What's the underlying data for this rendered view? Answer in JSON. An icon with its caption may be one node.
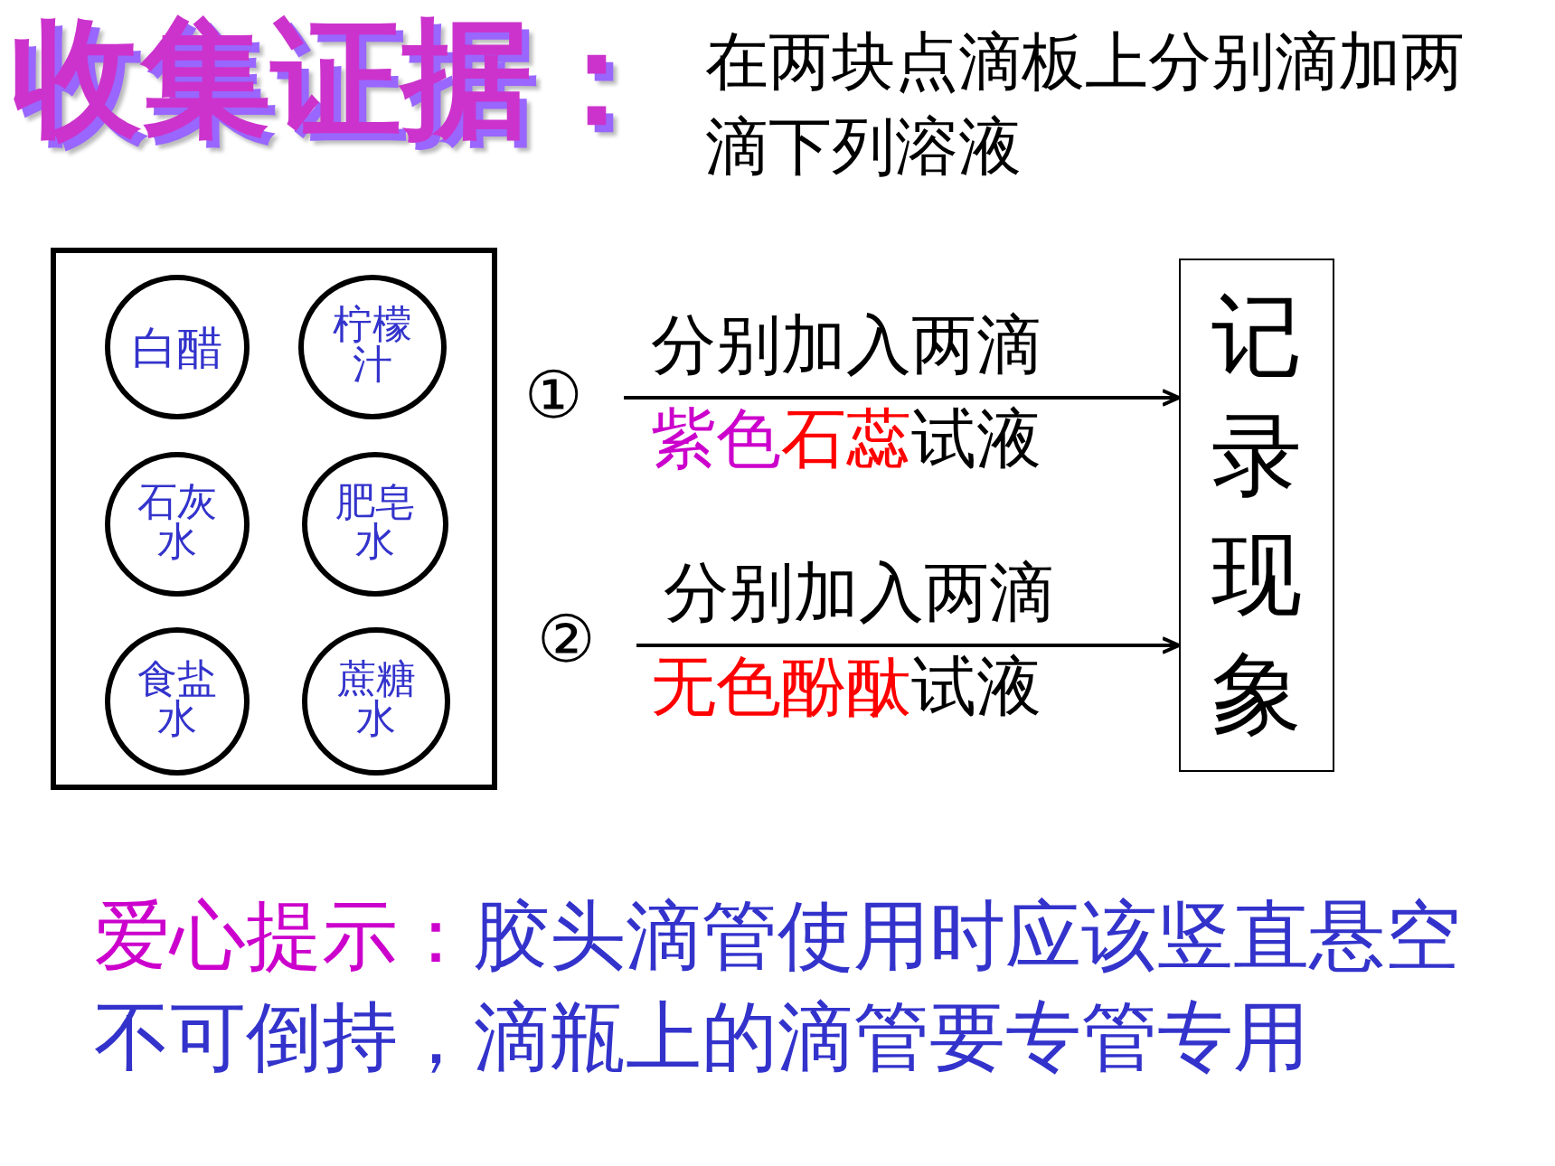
{
  "diagram": {
    "title": "收集证据：",
    "nodes": [
      {
        "text": [],
        "shape": "box"
      },
      {
        "text": [
          "白醋"
        ],
        "in": 0
      },
      {
        "text": [
          "柠檬汁"
        ],
        "in": 0
      },
      {
        "text": [
          "石灰水"
        ],
        "in": 0
      },
      {
        "text": [
          "肥皂水"
        ],
        "in": 0
      },
      {
        "text": [
          "食盐水"
        ],
        "in": 0
      },
      {
        "text": [
          "蔗糖水"
        ],
        "in": 0
      },
      {
        "text": [
          "记录现象"
        ]
      }
    ],
    "edges": [
      {
        "from": null,
        "to": 7,
        "arrow": "to",
        "label": "分别加入两滴"
      },
      {
        "from": null,
        "to": 7,
        "arrow": "to",
        "label": "分别加入两滴"
      }
    ],
    "labels": [
      "在两块点滴板上分别滴加两滴下列溶液",
      "①",
      "紫色",
      "石蕊",
      "试液",
      "②",
      "无色酚酞",
      "试液",
      "爱心提示：",
      "胶头滴管使用时应该竖直悬空不可倒持，滴瓶上的滴管要专管专用"
    ]
  }
}
